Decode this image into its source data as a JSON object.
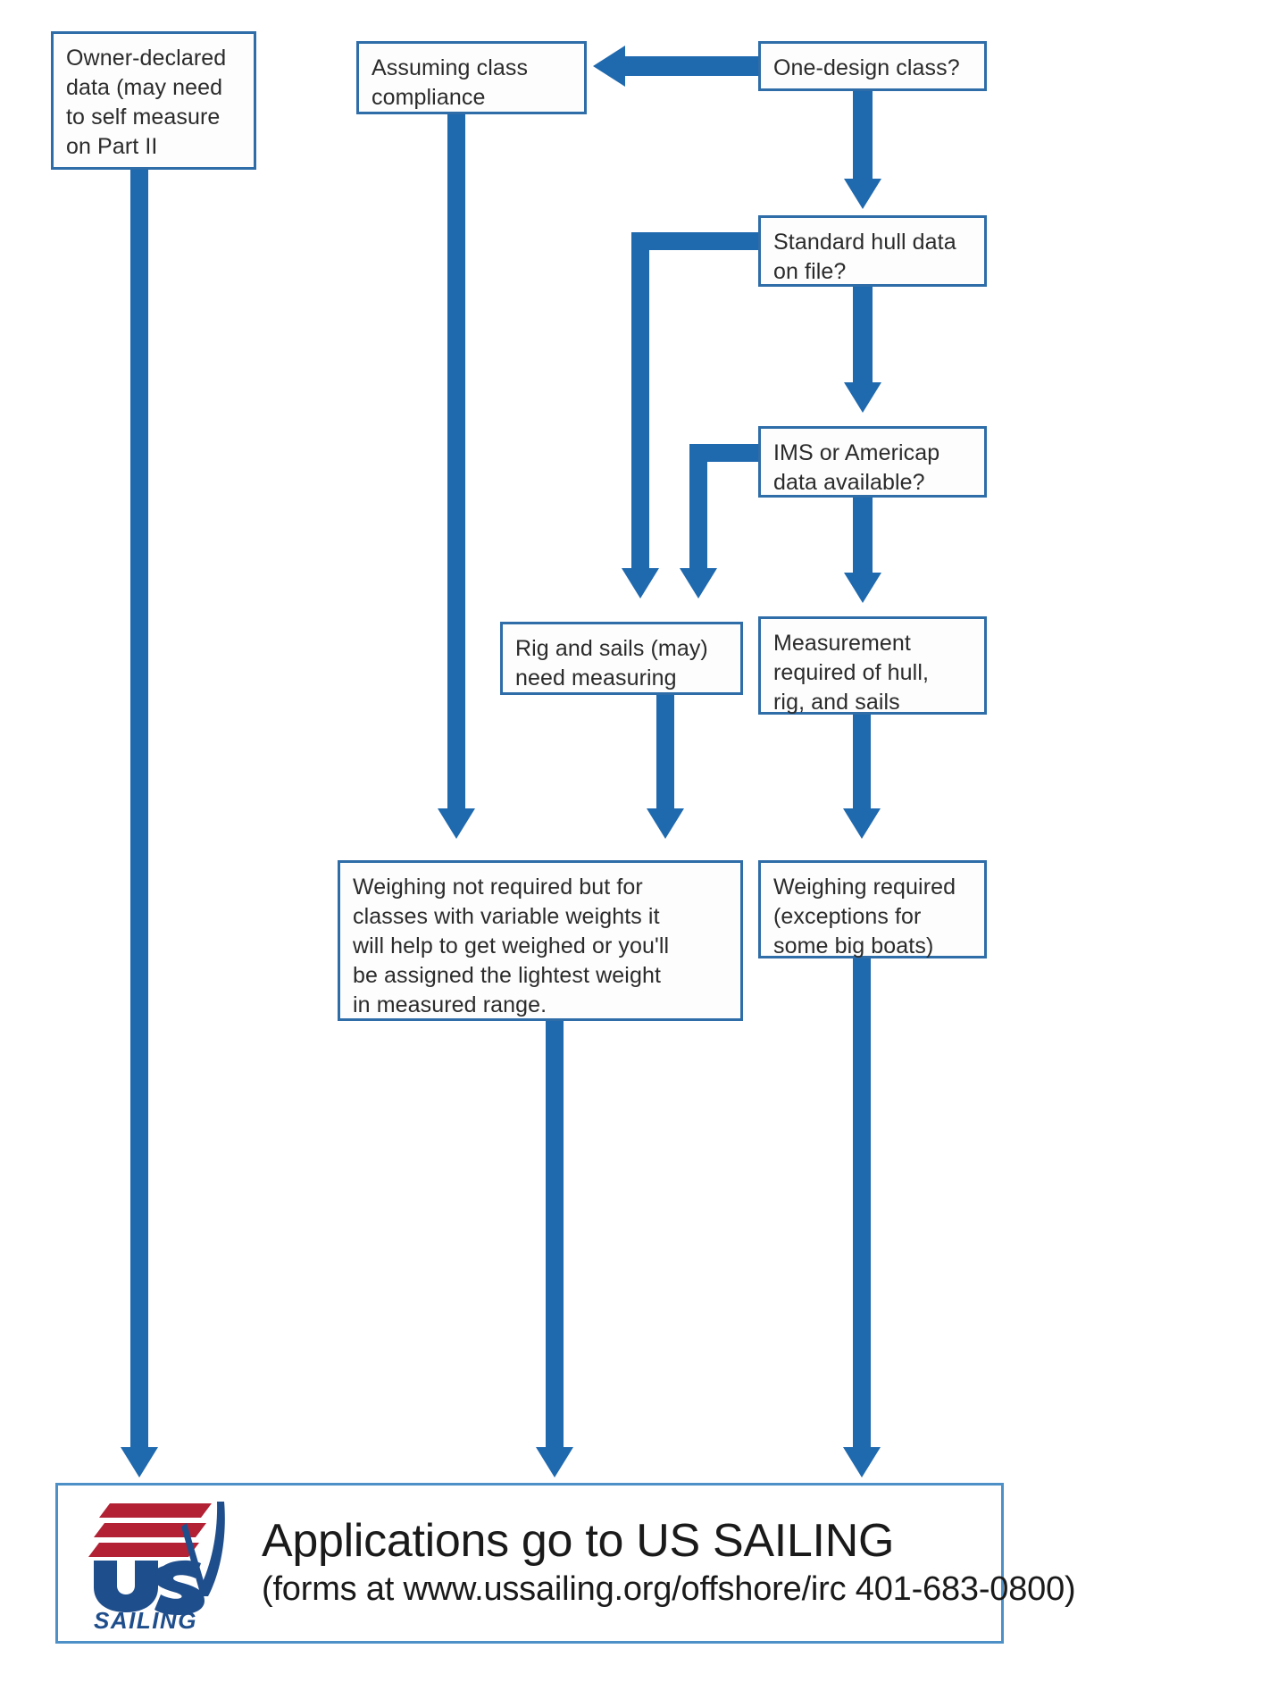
{
  "diagram": {
    "title": "IRC measurement application flowchart",
    "colors": {
      "box_border": "#2E6DA8",
      "arrow": "#1F69AF",
      "banner_border": "#4D90C8",
      "logo_red": "#B22234",
      "logo_blue": "#1F4E8C",
      "text": "#2b2b2b"
    },
    "nodes": [
      {
        "id": "owner-declared",
        "text": "Owner-declared\ndata (may need\nto self measure\non Part II"
      },
      {
        "id": "assuming-compliance",
        "text": "Assuming class\ncompliance"
      },
      {
        "id": "one-design-class",
        "text": "One-design class?"
      },
      {
        "id": "standard-hull-data",
        "text": "Standard hull data\non file?"
      },
      {
        "id": "ims-americap-data",
        "text": "IMS or Americap\ndata available?"
      },
      {
        "id": "rig-and-sails",
        "text": "Rig and sails (may)\nneed measuring"
      },
      {
        "id": "measurement-required",
        "text": "Measurement\nrequired of hull,\nrig, and sails"
      },
      {
        "id": "weighing-not-required",
        "text": "Weighing not required but for\nclasses with variable weights it\nwill help to get weighed or you'll\nbe assigned the lightest weight\nin measured range."
      },
      {
        "id": "weighing-required",
        "text": "Weighing required\n(exceptions for\nsome big boats)"
      }
    ]
  },
  "footer": {
    "logo_top_text": "US",
    "logo_bottom_text": "SAILING",
    "headline": "Applications go to US SAILING",
    "subline": "(forms at www.ussailing.org/offshore/irc 401-683-0800)"
  }
}
